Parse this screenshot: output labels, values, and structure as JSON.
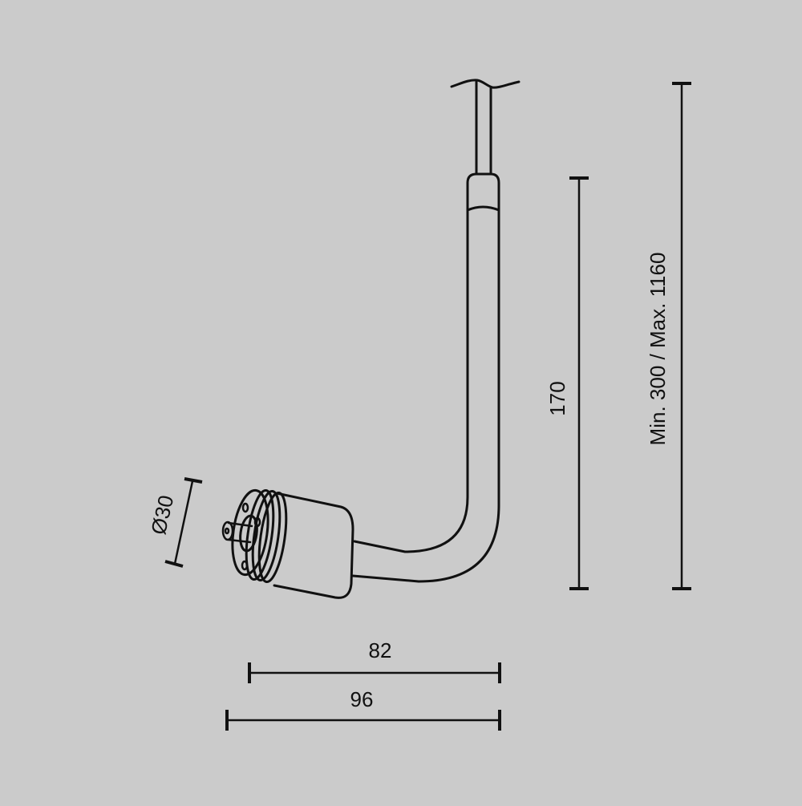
{
  "drawing": {
    "background": "#cbcbcb",
    "line_color": "#111111",
    "subject": "Flexible-arm spot light holder with cable suspension"
  },
  "dimensions": {
    "total_height": {
      "label": "Min. 300 / Max. 1160",
      "orientation": "vertical"
    },
    "arm_height": {
      "label": "170",
      "orientation": "vertical"
    },
    "diameter": {
      "label": "Ø30",
      "orientation": "angled"
    },
    "arm_reach": {
      "label": "82",
      "orientation": "horizontal"
    },
    "total_width": {
      "label": "96",
      "orientation": "horizontal"
    }
  }
}
